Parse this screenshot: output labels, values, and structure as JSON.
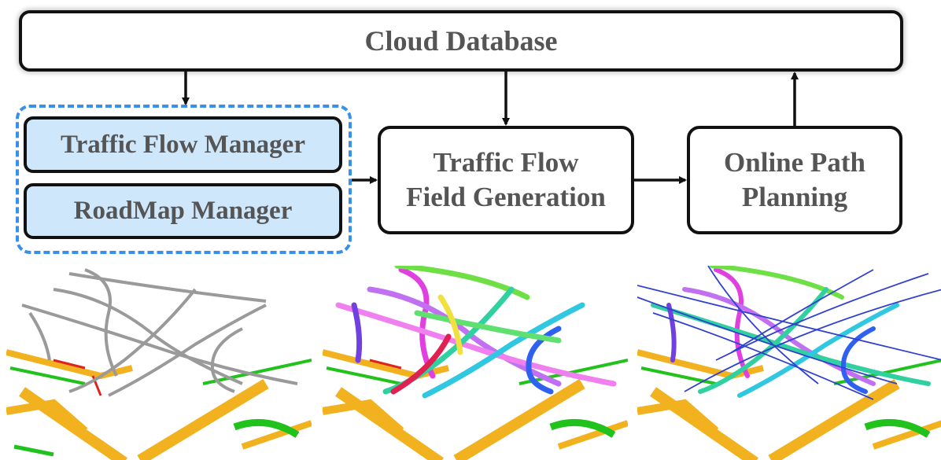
{
  "diagram": {
    "cloud_database": "Cloud Database",
    "traffic_flow_manager": "Traffic Flow Manager",
    "roadmap_manager": "RoadMap Manager",
    "traffic_flow_field_generation": [
      "Traffic Flow",
      "Field Generation"
    ],
    "online_path_planning": [
      "Online Path",
      "Planning"
    ]
  },
  "colors": {
    "box_border": "#111111",
    "text": "#555555",
    "manager_fill": "#cfe7fb",
    "group_dash": "#3a8fe8",
    "map_yellow": "#f2b21f",
    "map_green": "#22c21c",
    "map_red": "#e0221c"
  },
  "panels": [
    {
      "name": "roadmap-lanes",
      "style": "gray-lanes"
    },
    {
      "name": "traffic-flow-field",
      "style": "rainbow-lanes"
    },
    {
      "name": "planned-paths",
      "style": "rainbow-lanes-with-paths"
    }
  ]
}
